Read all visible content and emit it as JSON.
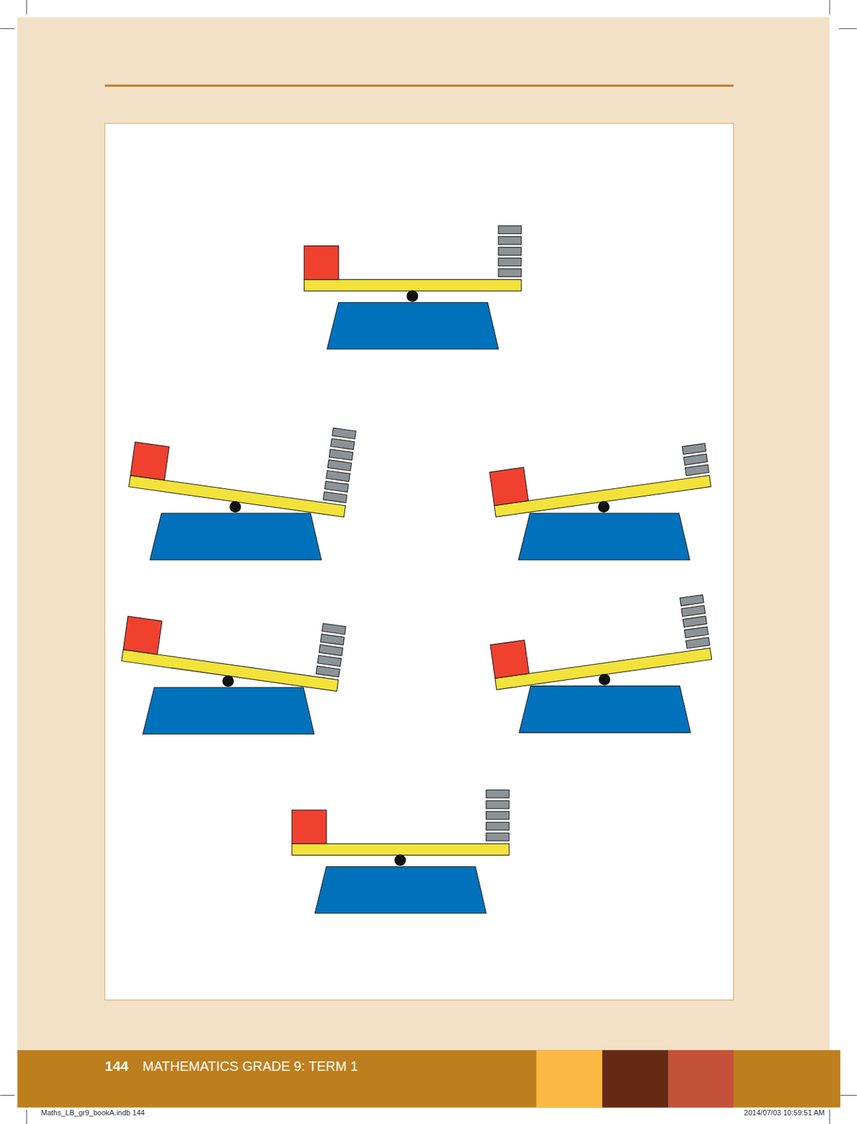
{
  "diagram": {
    "labels": [
      "144",
      "MATHEMATICS GRADE 9: TERM 1",
      "Maths_LB_gr9_bookA.indb 144",
      "2014/07/03 10:59:51 AM"
    ]
  }
}
